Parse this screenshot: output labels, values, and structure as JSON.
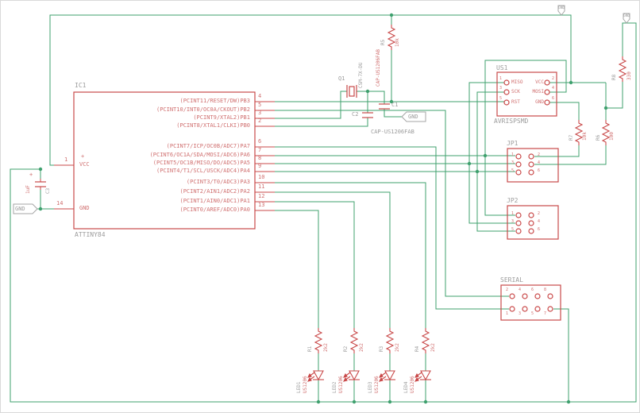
{
  "colors": {
    "wire_green": "#3fa06e",
    "component_red": "#c94949",
    "label_gray": "#9c9c9c",
    "label_red": "#d07070"
  },
  "gnd_flag_label": "GND",
  "ic1": {
    "ref": "IC1",
    "value": "ATTINY84",
    "plus": "+",
    "pin_vcc": {
      "num": "1",
      "label": "VCC"
    },
    "pin_gnd": {
      "num": "14",
      "label": "GND"
    },
    "right_pins": [
      {
        "num": "4",
        "label": "(PCINT11/RESET/DW)PB3"
      },
      {
        "num": "5",
        "label": "(PCINT10/INT0/OC0A/CKOUT)PB2"
      },
      {
        "num": "3",
        "label": "(PCINT9/XTAL2)PB1"
      },
      {
        "num": "2",
        "label": "(PCINT8/XTAL1/CLKI)PB0"
      },
      {
        "num": "6",
        "label": "(PCINT7/ICP/OC0B/ADC7)PA7"
      },
      {
        "num": "7",
        "label": "(PCINT6/OC1A/SDA/MOSI/ADC6)PA6"
      },
      {
        "num": "8",
        "label": "(PCINT5/OC1B/MISO/DO/ADC5)PA5"
      },
      {
        "num": "9",
        "label": "(PCINT4/T1/SCL/USCK/ADC4)PA4"
      },
      {
        "num": "10",
        "label": "(PCINT3/T0/ADC3)PA3"
      },
      {
        "num": "11",
        "label": "(PCINT2/AIN1/ADC2)PA2"
      },
      {
        "num": "12",
        "label": "(PCINT1/AIN0/ADC1)PA1"
      },
      {
        "num": "13",
        "label": "(PCINT0/AREF/ADC0)PA0"
      }
    ]
  },
  "c3": {
    "ref": "C3",
    "value": "1uF",
    "plus": "+"
  },
  "q1": {
    "ref": "Q1",
    "package": "CSM-7X-DU"
  },
  "r5": {
    "ref": "R5",
    "value": "10k"
  },
  "c1": {
    "ref": "C1",
    "value": "CAP-US1206FAB"
  },
  "c2": {
    "ref": "C2",
    "value": "CAP-US1206FAB"
  },
  "us1": {
    "ref": "US1",
    "value": "AVRISPSMD",
    "pins": [
      {
        "num": "1",
        "label": "MISO"
      },
      {
        "num": "2",
        "label": "VCC"
      },
      {
        "num": "3",
        "label": "SCK"
      },
      {
        "num": "4",
        "label": "MOSI"
      },
      {
        "num": "5",
        "label": "RST"
      },
      {
        "num": "6",
        "label": "GND"
      }
    ]
  },
  "jp1": {
    "ref": "JP1",
    "pin_numbers": [
      "1",
      "2",
      "3",
      "4",
      "5",
      "6"
    ]
  },
  "jp2": {
    "ref": "JP2",
    "pin_numbers": [
      "1",
      "2",
      "3",
      "4",
      "5",
      "6"
    ]
  },
  "serial": {
    "ref": "SERIAL",
    "pin_numbers": [
      "1",
      "2",
      "3",
      "4",
      "5",
      "6",
      "7",
      "8"
    ]
  },
  "r7": {
    "ref": "R7",
    "value": "10k"
  },
  "r6": {
    "ref": "R6",
    "value": "100"
  },
  "r8": {
    "ref": "R8",
    "value": "330"
  },
  "led_resistors": [
    {
      "ref": "R1",
      "value": "2k2"
    },
    {
      "ref": "R2",
      "value": "2k2"
    },
    {
      "ref": "R3",
      "value": "2k2"
    },
    {
      "ref": "R4",
      "value": "2k2"
    }
  ],
  "leds": [
    {
      "ref": "LED1",
      "value": "US1206"
    },
    {
      "ref": "LED2",
      "value": "US1206"
    },
    {
      "ref": "LED3",
      "value": "US1206"
    },
    {
      "ref": "LED4",
      "value": "US1206"
    }
  ]
}
